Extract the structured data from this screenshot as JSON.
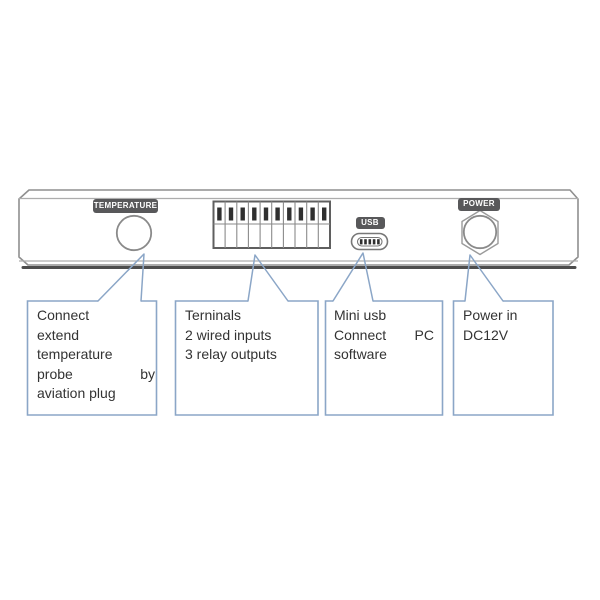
{
  "colors": {
    "accent": "#8ba6c7",
    "label_bg": "#58585a",
    "label_text": "#ffffff",
    "panel_outline": "#8f8f8f",
    "panel_shadow": "#4d4d4d",
    "connector_dark": "#2f2f2f",
    "body_text": "#333333"
  },
  "panel": {
    "temperature_label": "TEMPERATURE",
    "usb_label": "USB",
    "power_label": "POWER",
    "terminal_block": {
      "slot_count": 10
    },
    "usb_port": {
      "pin_count": 5
    }
  },
  "callouts": [
    {
      "id": "temperature-probe",
      "lines": [
        "Connect",
        "extend",
        "temperature",
        "probe by",
        "aviation plug"
      ]
    },
    {
      "id": "terminals",
      "lines": [
        "Terninals",
        "2 wired inputs",
        "3 relay outputs"
      ]
    },
    {
      "id": "mini-usb",
      "lines": [
        "Mini usb",
        "Connect PC",
        "software"
      ]
    },
    {
      "id": "power",
      "lines": [
        "Power in",
        "DC12V"
      ]
    }
  ]
}
